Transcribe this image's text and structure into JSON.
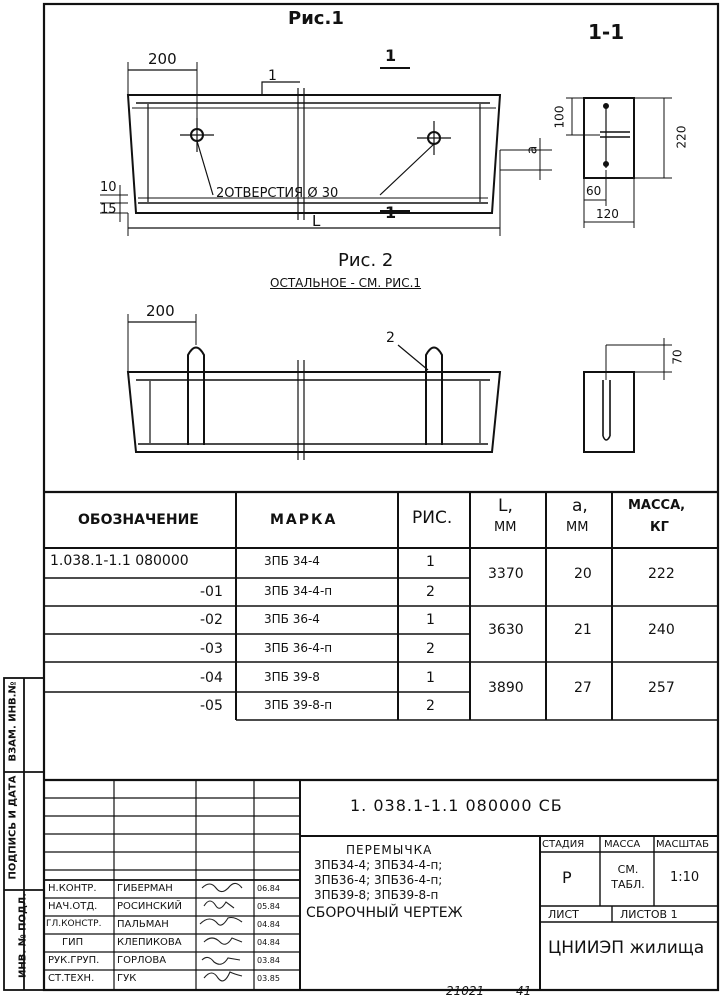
{
  "figure1": {
    "title": "Рис.1",
    "section_label": "1-1",
    "dim_left_top": "200",
    "callout": "1",
    "section_mark": "1",
    "holes_label": "2ОТВЕРСТИЯ  Ø 30",
    "dim_10": "10",
    "dim_15": "15",
    "dim_L": "L",
    "dim_a": "a",
    "sec_dim_100": "100",
    "sec_dim_220": "220",
    "sec_dim_60": "60",
    "sec_dim_120": "120"
  },
  "figure2": {
    "title": "Рис. 2",
    "subtitle": "ОСТАЛЬНОЕ - СМ. РИС.1",
    "dim_200": "200",
    "callout": "2",
    "dim_70": "70"
  },
  "table": {
    "headers": {
      "designation": "ОБОЗНАЧЕНИЕ",
      "mark": "МАРКА",
      "fig": "РИС.",
      "L": "L,",
      "L_unit": "ММ",
      "a": "a,",
      "a_unit": "ММ",
      "mass": "МАССА,",
      "mass_unit": "КГ"
    },
    "rows": [
      {
        "designation": "1.038.1-1.1 080000",
        "mark": "3ПБ 34-4",
        "fig": "1"
      },
      {
        "designation": "-01",
        "mark": "3ПБ 34-4-п",
        "fig": "2"
      },
      {
        "designation": "-02",
        "mark": "3ПБ 36-4",
        "fig": "1"
      },
      {
        "designation": "-03",
        "mark": "3ПБ 36-4-п",
        "fig": "2"
      },
      {
        "designation": "-04",
        "mark": "3ПБ 39-8",
        "fig": "1"
      },
      {
        "designation": "-05",
        "mark": "3ПБ 39-8-п",
        "fig": "2"
      }
    ],
    "groups": [
      {
        "L": "3370",
        "a": "20",
        "mass": "222"
      },
      {
        "L": "3630",
        "a": "21",
        "mass": "240"
      },
      {
        "L": "3890",
        "a": "27",
        "mass": "257"
      }
    ]
  },
  "side_labels": {
    "inv_podl": "ИНВ. № ПОДЛ.",
    "podpis": "ПОДПИСЬ И ДАТА",
    "vzam": "ВЗАМ. ИНВ.№"
  },
  "stamp": {
    "doc_code": "1. 038.1-1.1  080000 СБ",
    "title_line1": "ПЕРЕМЫЧКА",
    "title_line2": "3ПБ34-4;  3ПБ34-4-п;",
    "title_line3": "3ПБ36-4;  3ПБ36-4-п;",
    "title_line4": "3ПБ39-8;  3ПБ39-8-п",
    "title_line5": "СБОРОЧНЫЙ ЧЕРТЕЖ",
    "stage_label": "СТАДИЯ",
    "mass_label": "МАССА",
    "scale_label": "МАСШТАБ",
    "stage": "Р",
    "mass": "СМ. ТАБЛ.",
    "scale": "1:10",
    "sheet_label": "ЛИСТ",
    "sheets_label": "ЛИСТОВ 1",
    "org": "ЦНИИЭП жилища",
    "signers": [
      {
        "role": "Н.КОНТР.",
        "name": "ГИБЕРМАН",
        "date": "06.84"
      },
      {
        "role": "НАЧ.ОТД.",
        "name": "РОСИНСКИЙ",
        "date": "05.84"
      },
      {
        "role": "ГЛ.КОНСТР.",
        "name": "ПАЛЬМАН",
        "date": "04.84"
      },
      {
        "role": "ГИП",
        "name": "КЛЕПИКОВА",
        "date": "04.84"
      },
      {
        "role": "РУК.ГРУП.",
        "name": "ГОРЛОВА",
        "date": "03.84"
      },
      {
        "role": "СТ.ТЕХН.",
        "name": "ГУК",
        "date": "03.85"
      }
    ]
  },
  "footer": {
    "number": "21021",
    "page": "41"
  }
}
